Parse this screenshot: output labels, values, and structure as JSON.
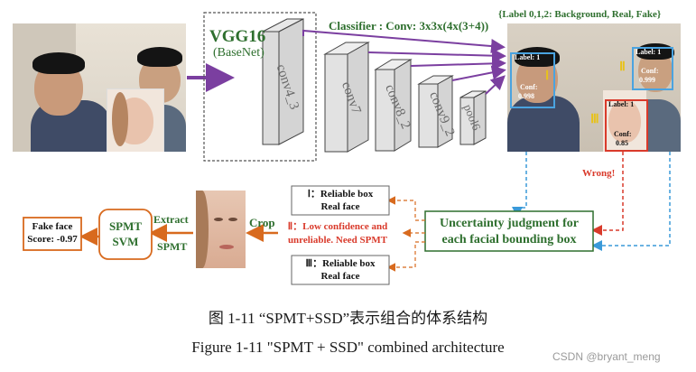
{
  "network": {
    "title": "VGG16",
    "subtitle": "(BaseNet)",
    "classifier_label": "Classifier : Conv: 3x3x(4x(3+4))",
    "layers": [
      "conv4_3",
      "conv7",
      "conv8_2",
      "conv9_2",
      "pool6"
    ]
  },
  "output_header": "{Label 0,1,2: Background, Real, Fake}",
  "detections": [
    {
      "roman": "Ⅰ",
      "label": "Label: 1",
      "conf_label": "Conf:",
      "conf": "0.998"
    },
    {
      "roman": "Ⅱ",
      "label": "Label: 1",
      "conf_label": "Conf:",
      "conf": "0.999"
    },
    {
      "roman": "Ⅲ",
      "label": "Label: 1",
      "conf_label": "Conf:",
      "conf": "0.85"
    }
  ],
  "wrong_label": "Wrong!",
  "uncertainty_box": {
    "line1": "Uncertainty judgment for",
    "line2": "each facial bounding box"
  },
  "cases": {
    "case1": {
      "line1": "Ⅰ：Reliable box",
      "line2": "Real face"
    },
    "case2": {
      "line1": "Ⅱ：Low confidence and",
      "line2": "unreliable.  Need SPMT"
    },
    "case3": {
      "line1": "Ⅲ：Reliable box",
      "line2": "Real face"
    }
  },
  "crop_label": "Crop",
  "extract_label": "Extract",
  "spmt_label": "SPMT",
  "svm_box": {
    "line1": "SPMT",
    "line2": "SVM"
  },
  "result_box": {
    "line1": "Fake face",
    "line2": "Score: -0.97"
  },
  "caption_cn": "图 1-11 “SPMT+SSD”表示组合的体系结构",
  "caption_en": "Figure 1-11 \"SPMT + SSD\" combined architecture",
  "watermark": "CSDN @bryant_meng",
  "colors": {
    "purple": "#7b3fa0",
    "green": "#2e6f2e",
    "red": "#d93a2b",
    "blue": "#3a9ad9",
    "orange": "#d86a1e",
    "yellow": "#e8c21a"
  }
}
